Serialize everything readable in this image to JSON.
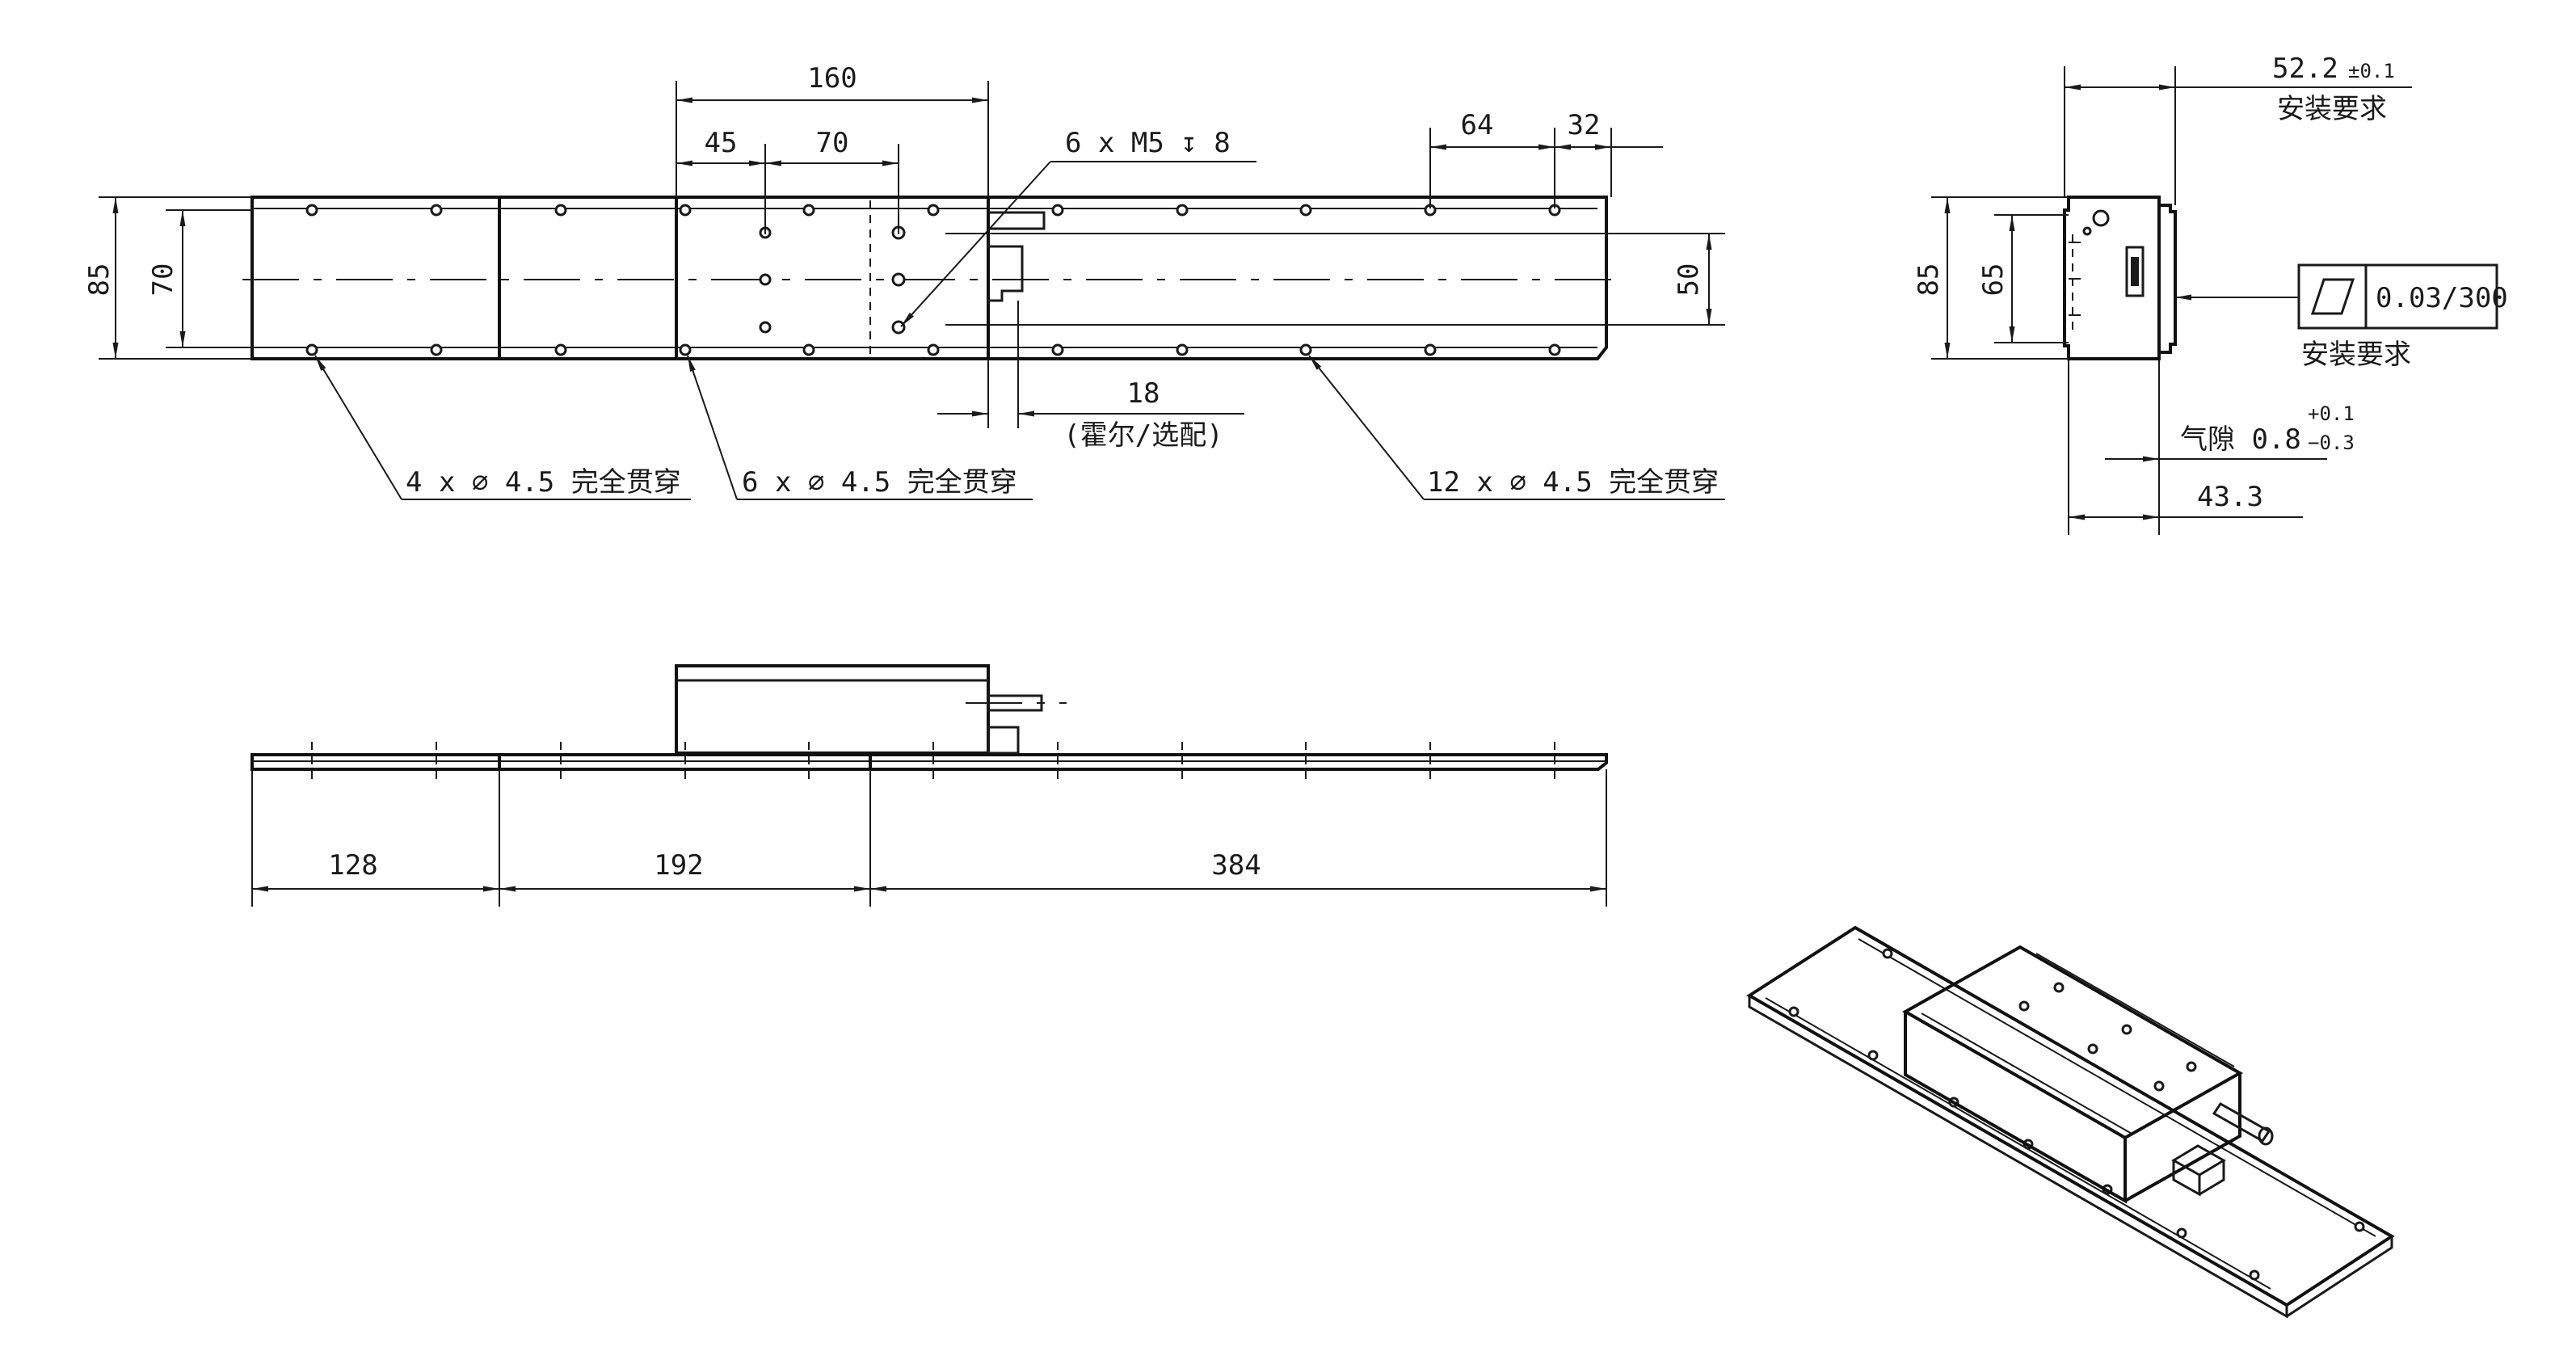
{
  "top_view": {
    "overall_width": "85",
    "mount_spacing": "70",
    "slot_width": "50",
    "dim_160": "160",
    "dim_45": "45",
    "dim_70": "70",
    "dim_64": "64",
    "dim_32": "32",
    "dim_18": "18",
    "hall_note": "(霍尔/选配)",
    "tapped_holes": "6 x  M5 ↧ 8",
    "note_4_holes": "4 x  ∅ 4.5 完全贯穿",
    "note_6_holes": "6 x  ∅ 4.5 完全贯穿",
    "note_12_holes": "12 x  ∅ 4.5 完全贯穿"
  },
  "side_view": {
    "seg_1": "128",
    "seg_2": "192",
    "seg_3": "384"
  },
  "end_view": {
    "height_85": "85",
    "height_65": "65",
    "install_dim": "52.2",
    "install_tol": "±0.1",
    "install_req": "安装要求",
    "flatness_value": "0.03/300",
    "flatness_req": "安装要求",
    "air_gap_label": "气隙 0.8",
    "air_gap_tol_plus": "+0.1",
    "air_gap_tol_minus": "−0.3",
    "dim_43_3": "43.3"
  },
  "colors": {
    "line": "#1a1a1a",
    "background": "#ffffff"
  }
}
